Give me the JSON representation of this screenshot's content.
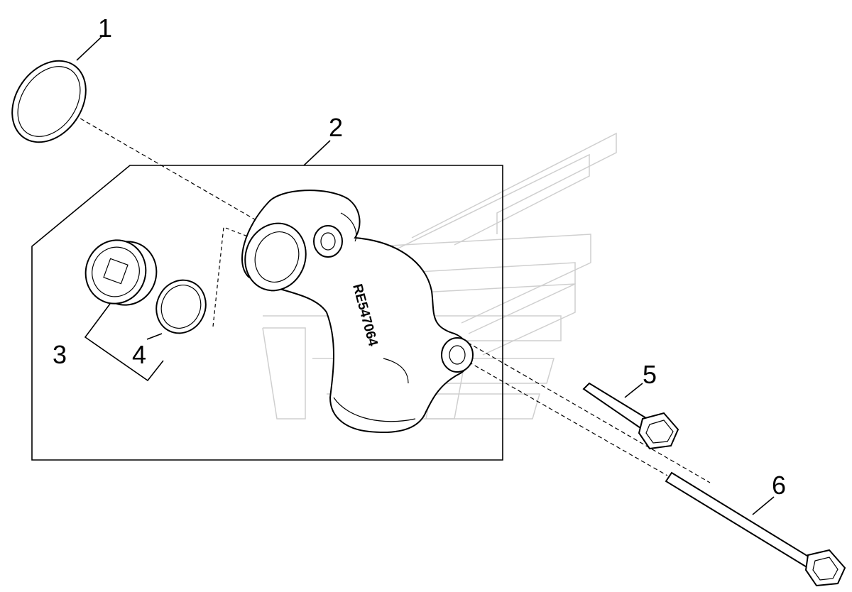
{
  "diagram": {
    "part_number": "RE547064",
    "callouts": [
      {
        "id": "1",
        "label": "1"
      },
      {
        "id": "2",
        "label": "2"
      },
      {
        "id": "3",
        "label": "3"
      },
      {
        "id": "4",
        "label": "4"
      },
      {
        "id": "5",
        "label": "5"
      },
      {
        "id": "6",
        "label": "6"
      }
    ],
    "colors": {
      "line": "#000000",
      "background": "#ffffff",
      "watermark": "#cfcfcf"
    }
  }
}
